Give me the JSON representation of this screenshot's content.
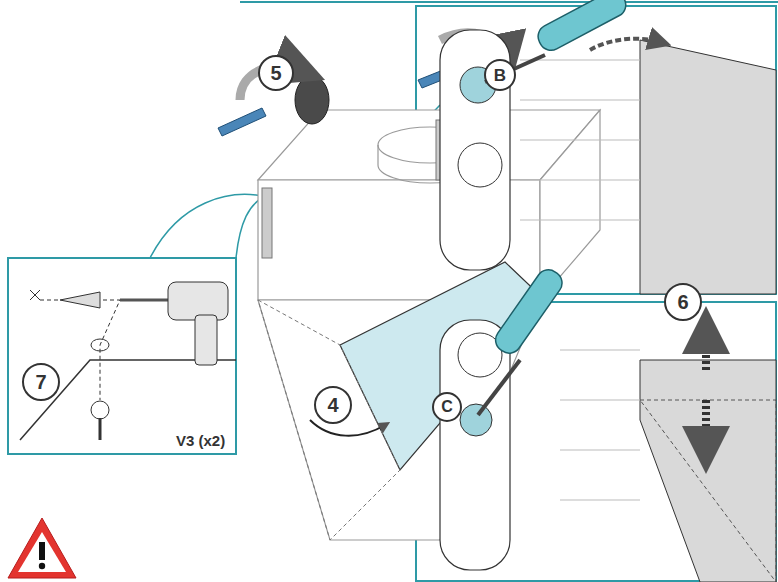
{
  "diagram": {
    "nodes": [
      {
        "text": [
          "5"
        ]
      },
      {
        "text": [
          "B"
        ]
      },
      {
        "text": [
          "6"
        ]
      },
      {
        "text": [
          "7"
        ]
      },
      {
        "text": [
          "4"
        ]
      },
      {
        "text": [
          "C"
        ]
      }
    ],
    "labels": [
      "V3 (x2)"
    ]
  }
}
